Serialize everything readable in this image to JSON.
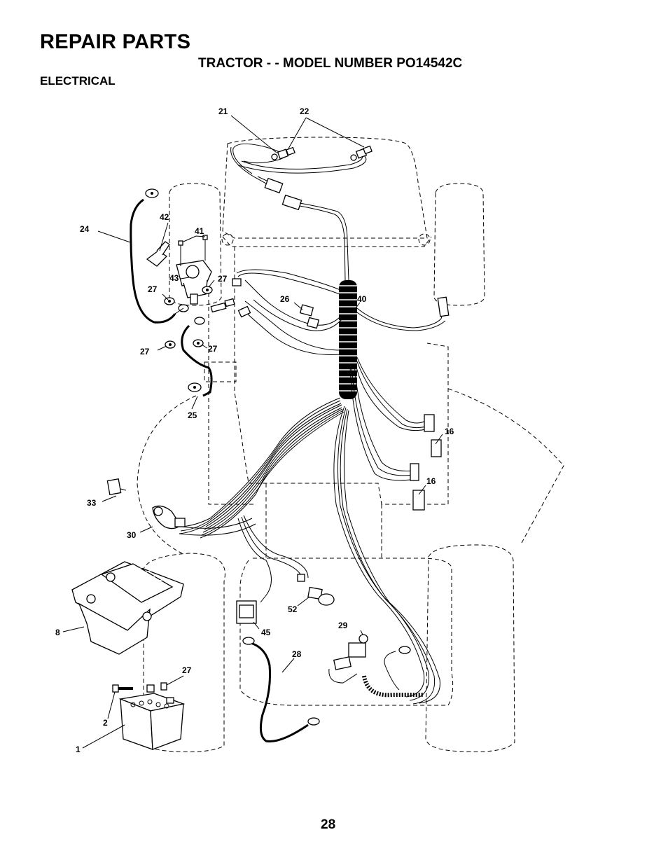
{
  "header": {
    "title": "REPAIR PARTS",
    "subtitle": "TRACTOR - - MODEL NUMBER PO14542C",
    "section": "ELECTRICAL"
  },
  "page_number": "28",
  "callouts": {
    "c21": "21",
    "c22": "22",
    "c24": "24",
    "c42": "42",
    "c41": "41",
    "c43": "43",
    "c27a": "27",
    "c27b": "27",
    "c27c": "27",
    "c27d": "27",
    "c27e": "27",
    "c26": "26",
    "c40": "40",
    "c25": "25",
    "c16a": "16",
    "c16b": "16",
    "c33": "33",
    "c30": "30",
    "c52": "52",
    "c45": "45",
    "c8": "8",
    "c29": "29",
    "c28": "28",
    "c2": "2",
    "c1": "1"
  }
}
